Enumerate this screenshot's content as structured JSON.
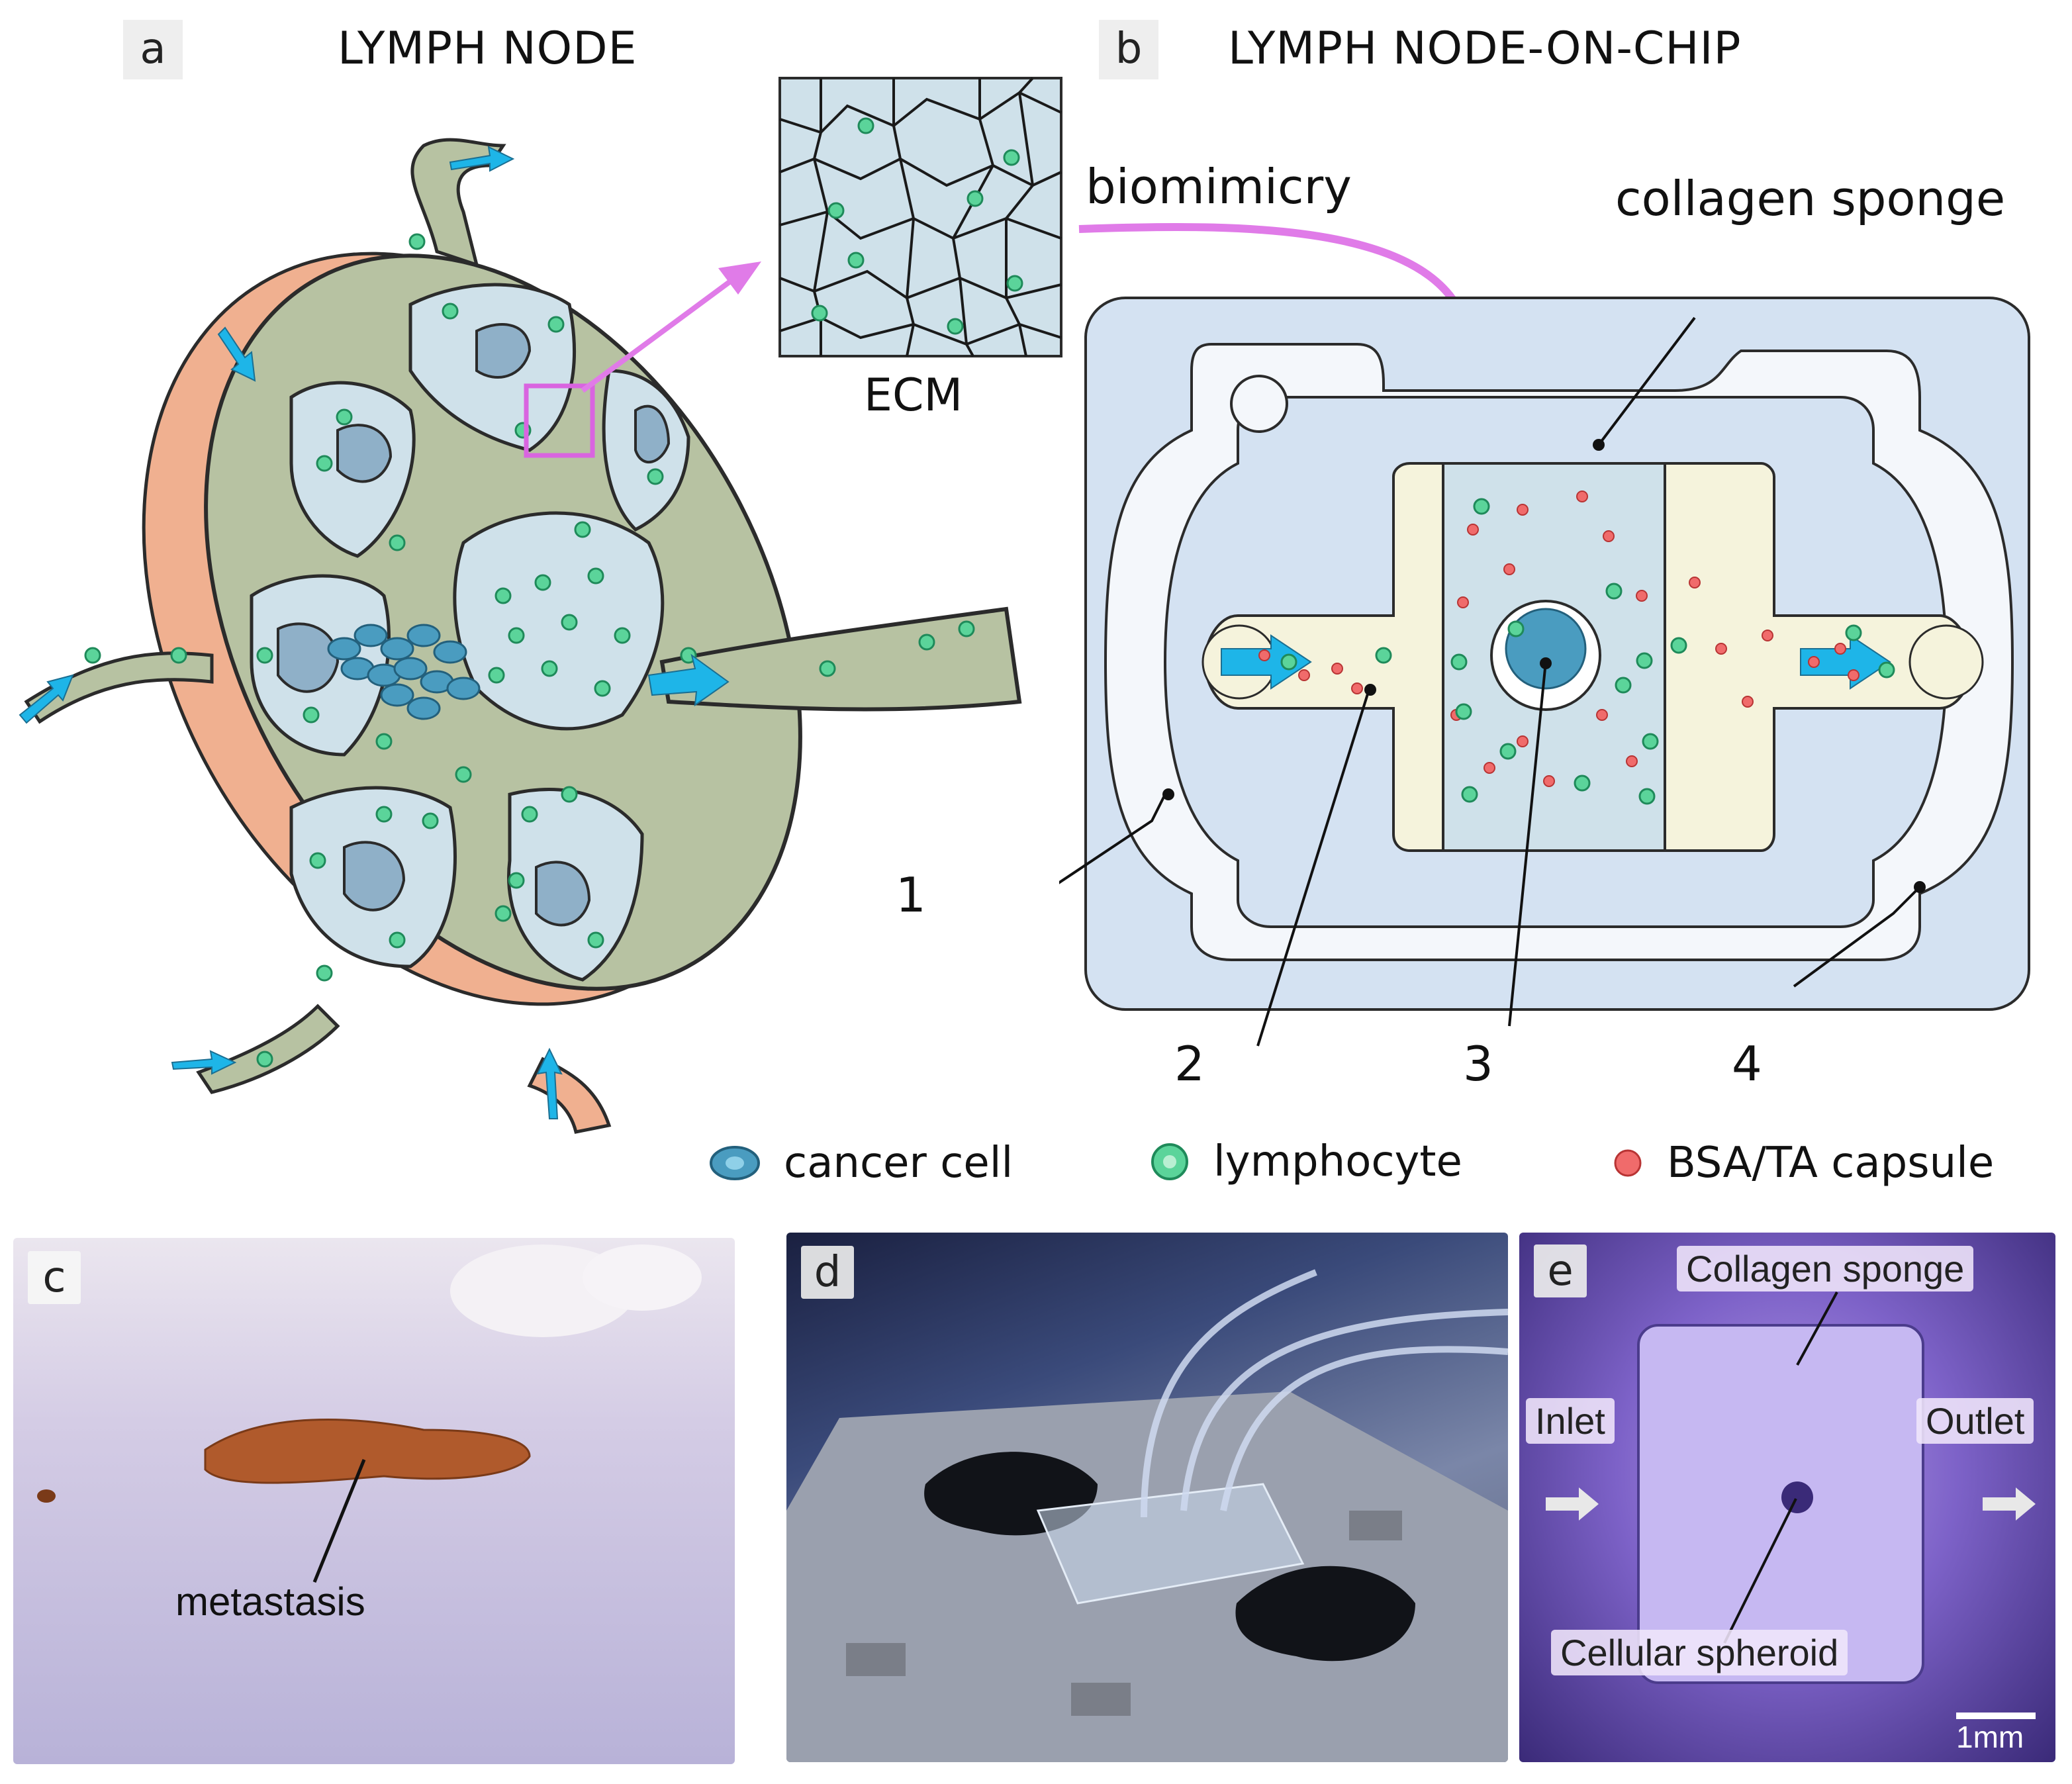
{
  "panels": {
    "a": {
      "label": "a",
      "title": "LYMPH NODE",
      "ecm_label": "ECM"
    },
    "b": {
      "label": "b",
      "title": "LYMPH NODE-ON-CHIP",
      "biomimicry": "biomimicry",
      "collagen_sponge": "collagen sponge",
      "numbers": [
        "1",
        "2",
        "3",
        "4"
      ]
    },
    "c": {
      "label": "c",
      "metastasis": "metastasis"
    },
    "d": {
      "label": "d"
    },
    "e": {
      "label": "e",
      "collagen_sponge": "Collagen sponge",
      "inlet": "Inlet",
      "outlet": "Outlet",
      "cellular_spheroid": "Cellular spheroid",
      "scale": "1mm"
    }
  },
  "legend": [
    {
      "icon": "cancer-cell-icon",
      "label": "cancer cell"
    },
    {
      "icon": "lymphocyte-icon",
      "label": "lymphocyte"
    },
    {
      "icon": "bsa-ta-capsule-icon",
      "label": "BSA/TA capsule"
    }
  ],
  "colors": {
    "node_body": "#b7c2a2",
    "node_outline": "#2b2b2b",
    "lobule": "#cfe1ea",
    "capsule": "#f0b090",
    "arrow": "#1eb5e8",
    "magenta": "#e07be8",
    "chip_outer": "#d4e2f2",
    "chip_channel": "#f5f3dc",
    "lymphocyte": "#5bd49a",
    "capsule_dot": "#f06b6b",
    "cancer": "#4a9cc0"
  }
}
